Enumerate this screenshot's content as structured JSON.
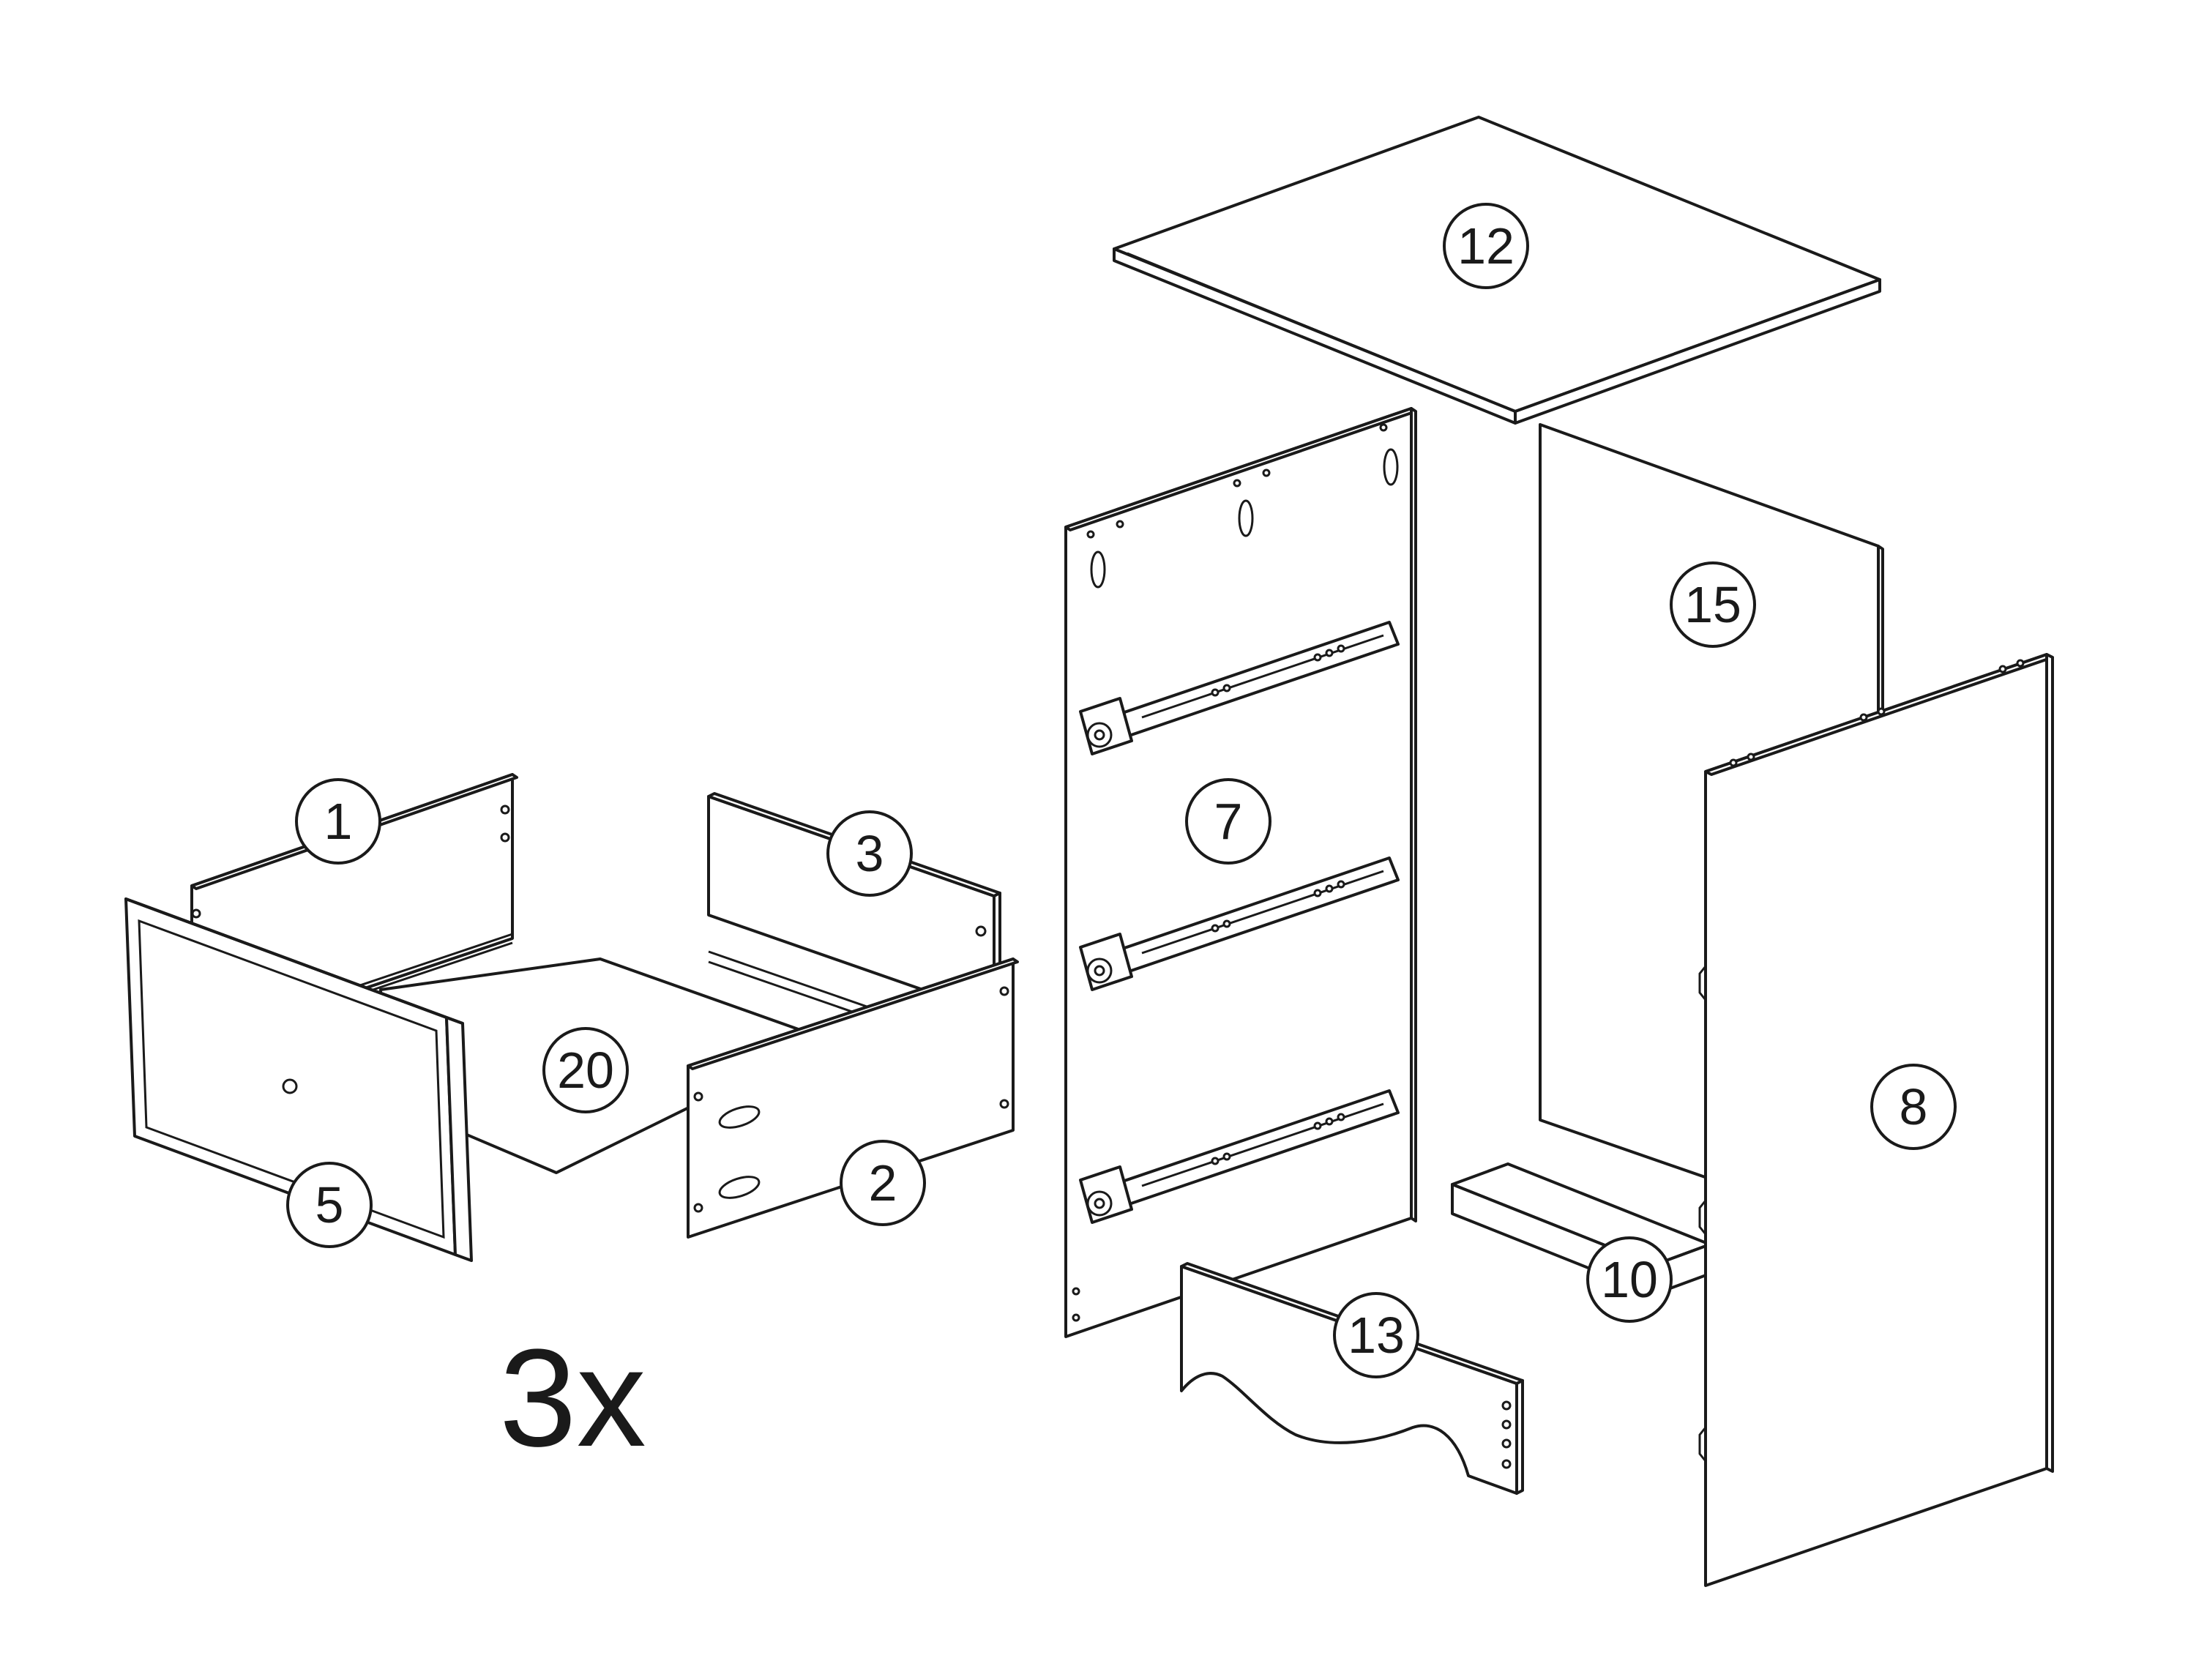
{
  "diagram": {
    "callouts": {
      "part_1": "1",
      "part_2": "2",
      "part_3": "3",
      "part_5": "5",
      "part_7": "7",
      "part_8": "8",
      "part_10": "10",
      "part_12": "12",
      "part_13": "13",
      "part_15": "15",
      "part_20": "20"
    },
    "quantity_label": "3x"
  }
}
